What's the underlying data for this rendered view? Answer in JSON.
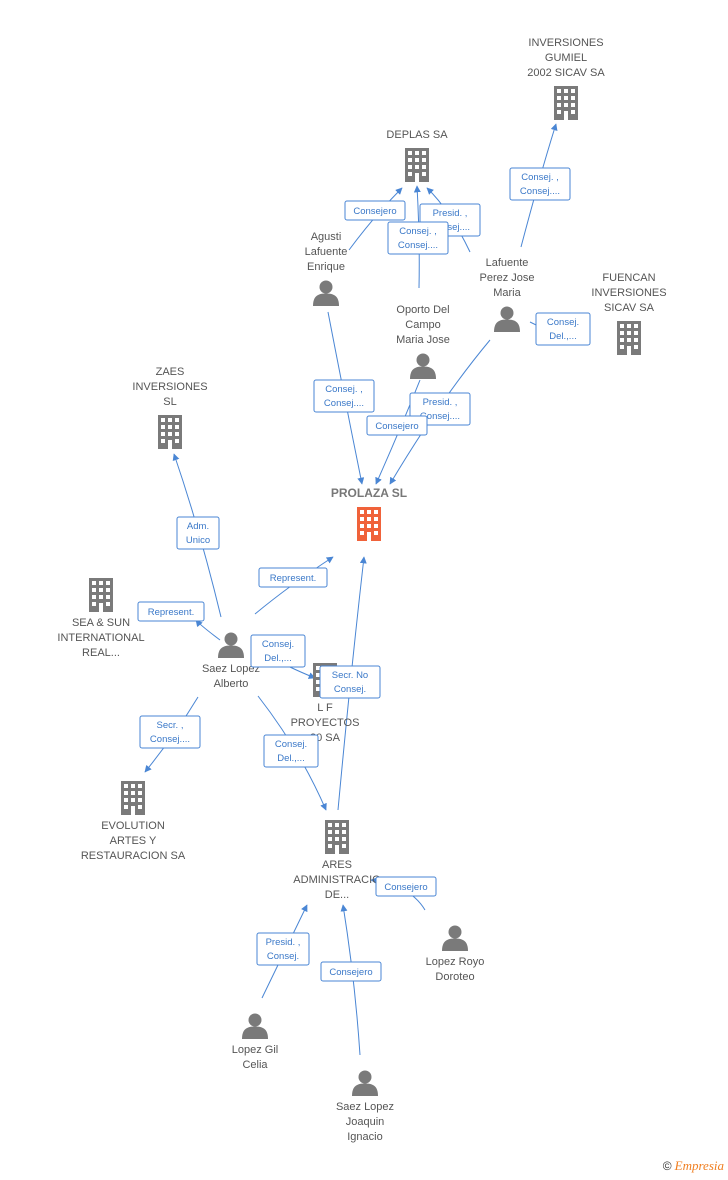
{
  "colors": {
    "main": "#f0623a",
    "node": "#7a7a7a",
    "edge": "#4a86d4",
    "label": "#555555"
  },
  "nodes": [
    {
      "id": "prolaza",
      "kind": "company",
      "main": true,
      "lines": [
        "PROLAZA SL"
      ]
    },
    {
      "id": "gumiel",
      "kind": "company",
      "lines": [
        "INVERSIONES",
        "GUMIEL",
        "2002 SICAV SA"
      ]
    },
    {
      "id": "deplas",
      "kind": "company",
      "lines": [
        "DEPLAS SA"
      ]
    },
    {
      "id": "fuencan",
      "kind": "company",
      "lines": [
        "FUENCAN",
        "INVERSIONES",
        "SICAV SA"
      ]
    },
    {
      "id": "zaes",
      "kind": "company",
      "lines": [
        "ZAES",
        "INVERSIONES",
        "SL"
      ]
    },
    {
      "id": "seasun",
      "kind": "company",
      "lines": [
        "SEA & SUN",
        "INTERNATIONAL",
        "REAL..."
      ]
    },
    {
      "id": "evolution",
      "kind": "company",
      "lines": [
        "EVOLUTION",
        "ARTES Y",
        "RESTAURACION SA"
      ]
    },
    {
      "id": "lf",
      "kind": "company",
      "lines": [
        "L F",
        "PROYECTOS",
        "20 SA"
      ]
    },
    {
      "id": "ares",
      "kind": "company",
      "lines": [
        "ARES",
        "ADMINISTRACIO",
        "DE..."
      ]
    },
    {
      "id": "agusti",
      "kind": "person",
      "lines": [
        "Agusti",
        "Lafuente",
        "Enrique"
      ]
    },
    {
      "id": "oporto",
      "kind": "person",
      "lines": [
        "Oporto Del",
        "Campo",
        "Maria Jose"
      ]
    },
    {
      "id": "lafuente",
      "kind": "person",
      "lines": [
        "Lafuente",
        "Perez Jose",
        "Maria"
      ]
    },
    {
      "id": "saez_alberto",
      "kind": "person",
      "lines": [
        "Saez Lopez",
        "Alberto"
      ]
    },
    {
      "id": "lopez_royo",
      "kind": "person",
      "lines": [
        "Lopez Royo",
        "Doroteo"
      ]
    },
    {
      "id": "lopez_gil",
      "kind": "person",
      "lines": [
        "Lopez Gil",
        "Celia"
      ]
    },
    {
      "id": "saez_joaquin",
      "kind": "person",
      "lines": [
        "Saez Lopez",
        "Joaquin",
        "Ignacio"
      ]
    }
  ],
  "edges": [
    {
      "from": "lafuente",
      "to": "gumiel",
      "lines": [
        "Consej. ,",
        "Consej...."
      ]
    },
    {
      "from": "agusti",
      "to": "deplas",
      "lines": [
        "Consejero"
      ]
    },
    {
      "from": "lafuente",
      "to": "deplas",
      "lines": [
        "Presid. ,",
        "Consej...."
      ]
    },
    {
      "from": "oporto",
      "to": "deplas",
      "lines": [
        "Consej. ,",
        "Consej...."
      ]
    },
    {
      "from": "lafuente",
      "to": "fuencan",
      "lines": [
        "Consej.",
        "Del.,..."
      ]
    },
    {
      "from": "agusti",
      "to": "prolaza",
      "lines": [
        "Consej. ,",
        "Consej...."
      ]
    },
    {
      "from": "lafuente",
      "to": "prolaza",
      "lines": [
        "Presid. ,",
        "Consej...."
      ]
    },
    {
      "from": "oporto",
      "to": "prolaza",
      "lines": [
        "Consejero"
      ]
    },
    {
      "from": "saez_alberto",
      "to": "zaes",
      "lines": [
        "Adm.",
        "Unico"
      ]
    },
    {
      "from": "saez_alberto",
      "to": "prolaza",
      "lines": [
        "Represent."
      ]
    },
    {
      "from": "saez_alberto",
      "to": "seasun",
      "lines": [
        "Represent."
      ]
    },
    {
      "from": "saez_alberto",
      "to": "lf",
      "lines": [
        "Consej.",
        "Del.,..."
      ]
    },
    {
      "from": "ares",
      "to": "prolaza",
      "lines": [
        "Secr.  No",
        "Consej."
      ]
    },
    {
      "from": "saez_alberto",
      "to": "evolution",
      "lines": [
        "Secr. ,",
        "Consej...."
      ]
    },
    {
      "from": "saez_alberto",
      "to": "ares",
      "lines": [
        "Consej.",
        "Del.,..."
      ]
    },
    {
      "from": "lopez_royo",
      "to": "ares",
      "lines": [
        "Consejero"
      ]
    },
    {
      "from": "lopez_gil",
      "to": "ares",
      "lines": [
        "Presid. ,",
        "Consej."
      ]
    },
    {
      "from": "saez_joaquin",
      "to": "ares",
      "lines": [
        "Consejero"
      ]
    }
  ],
  "footer": {
    "copyright": "©",
    "brand": "Empresia"
  }
}
